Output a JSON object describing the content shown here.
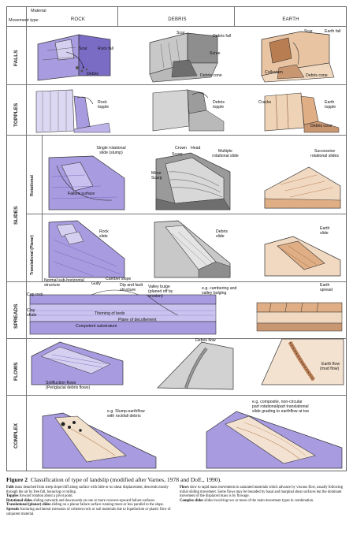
{
  "header": {
    "corner_material": "Material",
    "corner_movement": "Movement type",
    "columns": [
      "ROCK",
      "DEBRIS",
      "EARTH"
    ]
  },
  "rows": {
    "falls": "FALLS",
    "topples": "TOPPLES",
    "slides": "SLIDES",
    "rotational": "Rotational",
    "translational": "Translational (Planar)",
    "spreads": "SPREADS",
    "flows": "FLOWS",
    "complex": "COMPLEX"
  },
  "labels": {
    "rock_fall": [
      "Scar",
      "Rock fall",
      "Debris"
    ],
    "debris_fall": [
      "Scar",
      "Debris fall",
      "Scree",
      "Debris cone"
    ],
    "earth_fall": [
      "Scar",
      "Earth fall",
      "Colluvium",
      "Debris cone"
    ],
    "rock_topple": "Rock topple",
    "debris_topple": "Debris topple",
    "earth_topple": [
      "Cracks",
      "Earth topple",
      "Debris cone"
    ],
    "rock_rotational": [
      "Single rotational slide (slump)",
      "Failure surface"
    ],
    "debris_rotational": [
      "Crown",
      "Head",
      "Scarp",
      "Minor Scarp",
      "Multiple rotational slide"
    ],
    "earth_rotational": "Successive rotational slides",
    "rock_translational": "Rock slide",
    "debris_translational": "Debris slide",
    "earth_translational": "Earth slide",
    "spreads_rock": [
      "Normal sub-horizontal structure",
      "Gully",
      "Camber slope",
      "Dip and fault structure",
      "Valley bulge (planed off by erosion)",
      "Cap rock",
      "Clay shale",
      "Thinning of beds",
      "Plane of decollement",
      "Competent substratum"
    ],
    "spreads_mid": "e.g. cambering and valley bulging",
    "spreads_earth": "Earth spread",
    "flows_rock": [
      "Solifluction flows",
      "(Periglacial debris flows)"
    ],
    "flows_debris": "Debris flow",
    "flows_earth": [
      "Earth flow",
      "(mud flow)"
    ],
    "complex_left": [
      "e.g. Slump-earthflow",
      "with rockfall debris"
    ],
    "complex_right": [
      "e.g. composite, non-circular",
      "part rotational/part translational",
      "slide grading to earthflow at toe"
    ]
  },
  "caption": {
    "title_bold": "Figure 2",
    "title_text": "Classification of type of landslip (modified after Varnes, 1978 and DoE., 1990).",
    "left": [
      {
        "term": "Falls",
        "text": " mass detached from steep slope/cliff along surface with little or no shear displacement, descends mostly through the air by free fall, bouncing or rolling."
      },
      {
        "term": "Topples",
        "text": " forward rotation about a pivot point."
      },
      {
        "term": "Rotational slides",
        "text": " sliding outwards and downwards on one or more concave-upward failure surfaces."
      },
      {
        "term": "Translational (planar) slides",
        "text": " sliding on a planar failure surface running more-or less parallel to the slope."
      },
      {
        "term": "Spreads",
        "text": " fracturing and lateral extension of coherent rock or soil materials due to liquefaction or plastic flow of subjacent material."
      }
    ],
    "right": [
      {
        "term": "Flows",
        "text": " slow to rapid mass movements in saturated materials which advance by viscous flow, usually following initial sliding movement. Some flows may be bounded by basal and marginal shear surfaces but the dominant movement of the displaced mass is by flowage."
      },
      {
        "term": "Complex slides",
        "text": " slides involving two or more of the main movement types in combination."
      }
    ]
  },
  "colors": {
    "rock": "#a89be0",
    "rock_dark": "#7a6cc4",
    "debris": "#b9b9b9",
    "debris_dark": "#6e6e6e",
    "earth": "#e9c4a2",
    "earth_dark": "#b97d52",
    "line": "#333333"
  }
}
